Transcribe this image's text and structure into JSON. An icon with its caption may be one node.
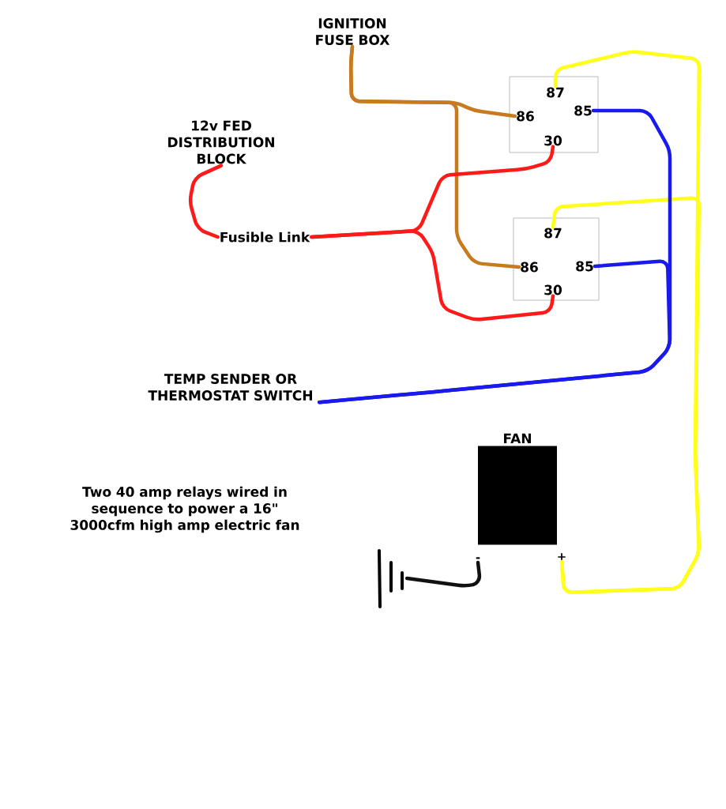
{
  "diagram": {
    "nodes": [
      {
        "text": [
          "IGNITION FUSE BOX"
        ]
      },
      {
        "text": [
          "12v FED DISTRIBUTION BLOCK"
        ]
      },
      {
        "text": [
          "Fusible Link"
        ]
      },
      {
        "text": [],
        "shape": "box"
      },
      {
        "text": [
          "87"
        ],
        "in": 3
      },
      {
        "text": [
          "86"
        ],
        "in": 3
      },
      {
        "text": [
          "85"
        ],
        "in": 3
      },
      {
        "text": [
          "30"
        ],
        "in": 3
      },
      {
        "text": [],
        "shape": "box"
      },
      {
        "text": [
          "87"
        ],
        "in": 8
      },
      {
        "text": [
          "86"
        ],
        "in": 8
      },
      {
        "text": [
          "85"
        ],
        "in": 8
      },
      {
        "text": [
          "30"
        ],
        "in": 8
      },
      {
        "text": [
          "TEMP SENDER OR THERMOSTAT SWITCH"
        ]
      },
      {
        "text": [
          "FAN"
        ]
      },
      {
        "text": [
          "-"
        ]
      },
      {
        "text": [
          "+"
        ]
      },
      {
        "text": [],
        "shape": "ground"
      }
    ],
    "edges": [
      {
        "from": 1,
        "to": 2,
        "arrow": "none",
        "color": "#ff1a1a"
      },
      {
        "from": 0,
        "to": 5,
        "arrow": "none",
        "color": "#c87a1e"
      },
      {
        "from": 0,
        "to": 10,
        "arrow": "none",
        "color": "#c87a1e"
      },
      {
        "from": 2,
        "to": 7,
        "arrow": "none",
        "color": "#ff1a1a"
      },
      {
        "from": 2,
        "to": 12,
        "arrow": "none",
        "color": "#ff1a1a"
      },
      {
        "from": 6,
        "to": 13,
        "arrow": "none",
        "color": "#1a1aee"
      },
      {
        "from": 11,
        "to": 13,
        "arrow": "none",
        "color": "#1a1aee"
      },
      {
        "from": 4,
        "to": 16,
        "arrow": "none",
        "color": "#ffff1a"
      },
      {
        "from": 9,
        "to": 16,
        "arrow": "none",
        "color": "#ffff1a"
      },
      {
        "from": 15,
        "to": 17,
        "arrow": "none",
        "color": "#111111"
      }
    ],
    "labels": [
      "Two 40 amp relays wired in sequence to power a 16\" 3000cfm high amp electric fan"
    ]
  }
}
